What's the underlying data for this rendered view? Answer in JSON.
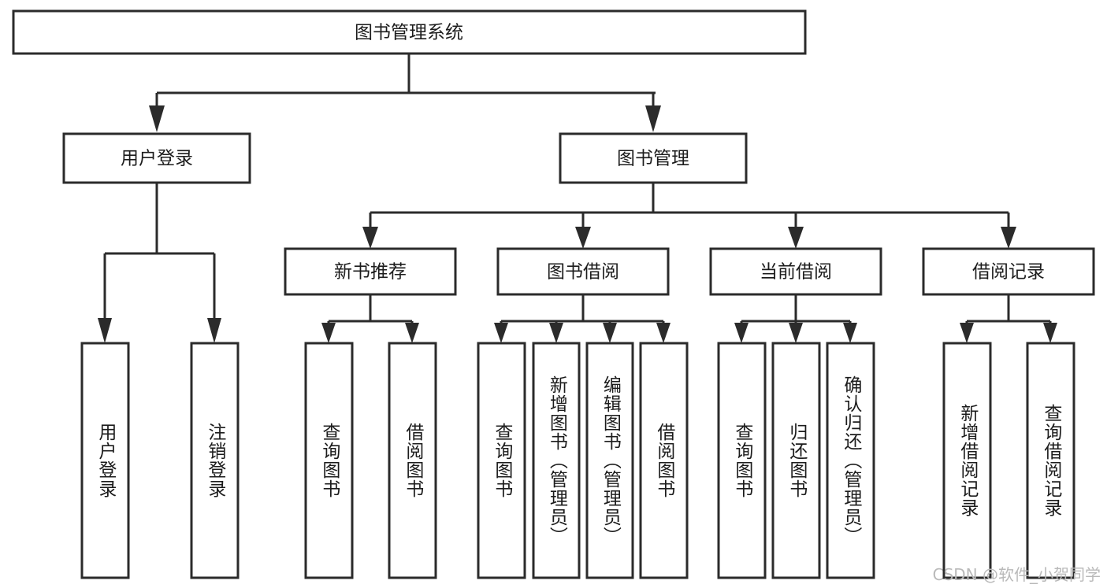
{
  "diagram": {
    "title": "图书管理系统",
    "type": "功能结构图",
    "colors": {
      "box_stroke": "#2b2b2b",
      "box_fill": "#ffffff",
      "text": "#1c1c1c",
      "background": "#ffffff",
      "watermark": "#b9b9b9"
    },
    "root": {
      "label": "图书管理系统"
    },
    "level2": [
      {
        "label": "用户登录"
      },
      {
        "label": "图书管理"
      }
    ],
    "level3": [
      {
        "label": "新书推荐"
      },
      {
        "label": "图书借阅"
      },
      {
        "label": "当前借阅"
      },
      {
        "label": "借阅记录"
      }
    ],
    "leaves": {
      "user_login": [
        {
          "label": "用户登录"
        },
        {
          "label": "注销登录"
        }
      ],
      "new_book_recommend": [
        {
          "label": "查询图书"
        },
        {
          "label": "借阅图书"
        }
      ],
      "book_borrow": [
        {
          "label": "查询图书"
        },
        {
          "label": "新增图书（管理员）"
        },
        {
          "label": "编辑图书（管理员）"
        },
        {
          "label": "借阅图书"
        }
      ],
      "current_borrow": [
        {
          "label": "查询图书"
        },
        {
          "label": "归还图书"
        },
        {
          "label": "确认归还（管理员）"
        }
      ],
      "borrow_record": [
        {
          "label": "新增借阅记录"
        },
        {
          "label": "查询借阅记录"
        }
      ]
    },
    "watermark": "CSDN @软件_小贺同学"
  }
}
